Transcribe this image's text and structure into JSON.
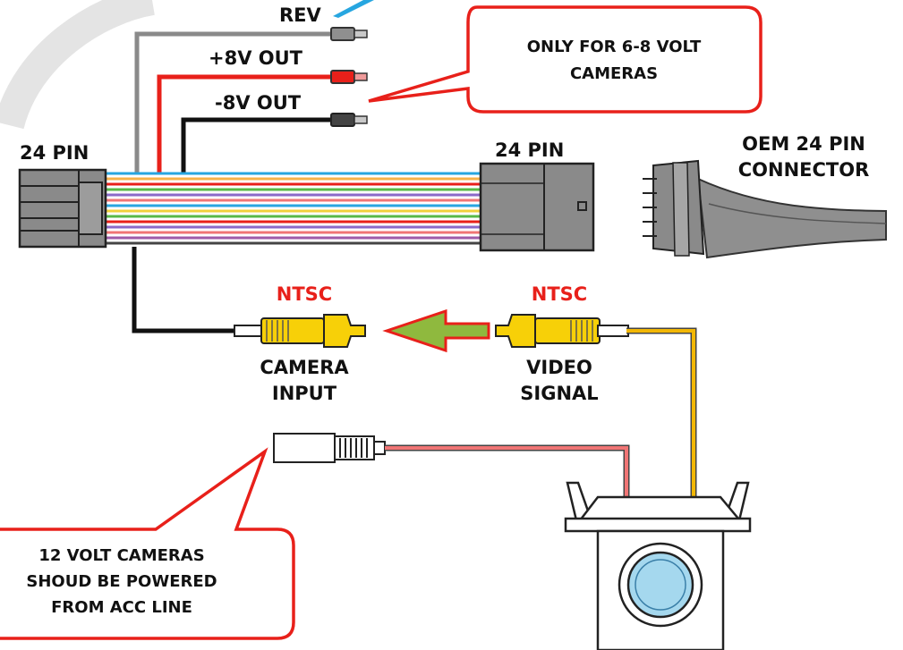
{
  "labels": {
    "rev": "REV",
    "plus8v": "+8V OUT",
    "minus8v": "-8V OUT",
    "pin_left": "24 PIN",
    "pin_right": "24 PIN",
    "oem_line1": "OEM 24 PIN",
    "oem_line2": "CONNECTOR",
    "ntsc_left": "NTSC",
    "ntsc_right": "NTSC",
    "camera_input_line1": "CAMERA",
    "camera_input_line2": "INPUT",
    "video_signal_line1": "VIDEO",
    "video_signal_line2": "SIGNAL"
  },
  "callouts": {
    "volt_cameras_line1": "ONLY FOR 6-8 VOLT",
    "volt_cameras_line2": "CAMERAS",
    "acc_line1": "12 VOLT CAMERAS",
    "acc_line2": "SHOUD BE POWERED",
    "acc_line3": "FROM ACC LINE"
  },
  "colors": {
    "callout_border": "#e8201a",
    "ntsc_text": "#e8201a",
    "rca_yellow": "#f7d008",
    "arrow_fill": "#8fb93e",
    "wire_grey": "#8a8a8a",
    "wire_red": "#e8201a",
    "wire_black": "#111111",
    "wire_yellow": "#f2b705",
    "power_wire": "#f07575"
  },
  "icons": {
    "signal_arrow": "left-arrow-icon",
    "camera_lens": "camera-lens-icon"
  }
}
